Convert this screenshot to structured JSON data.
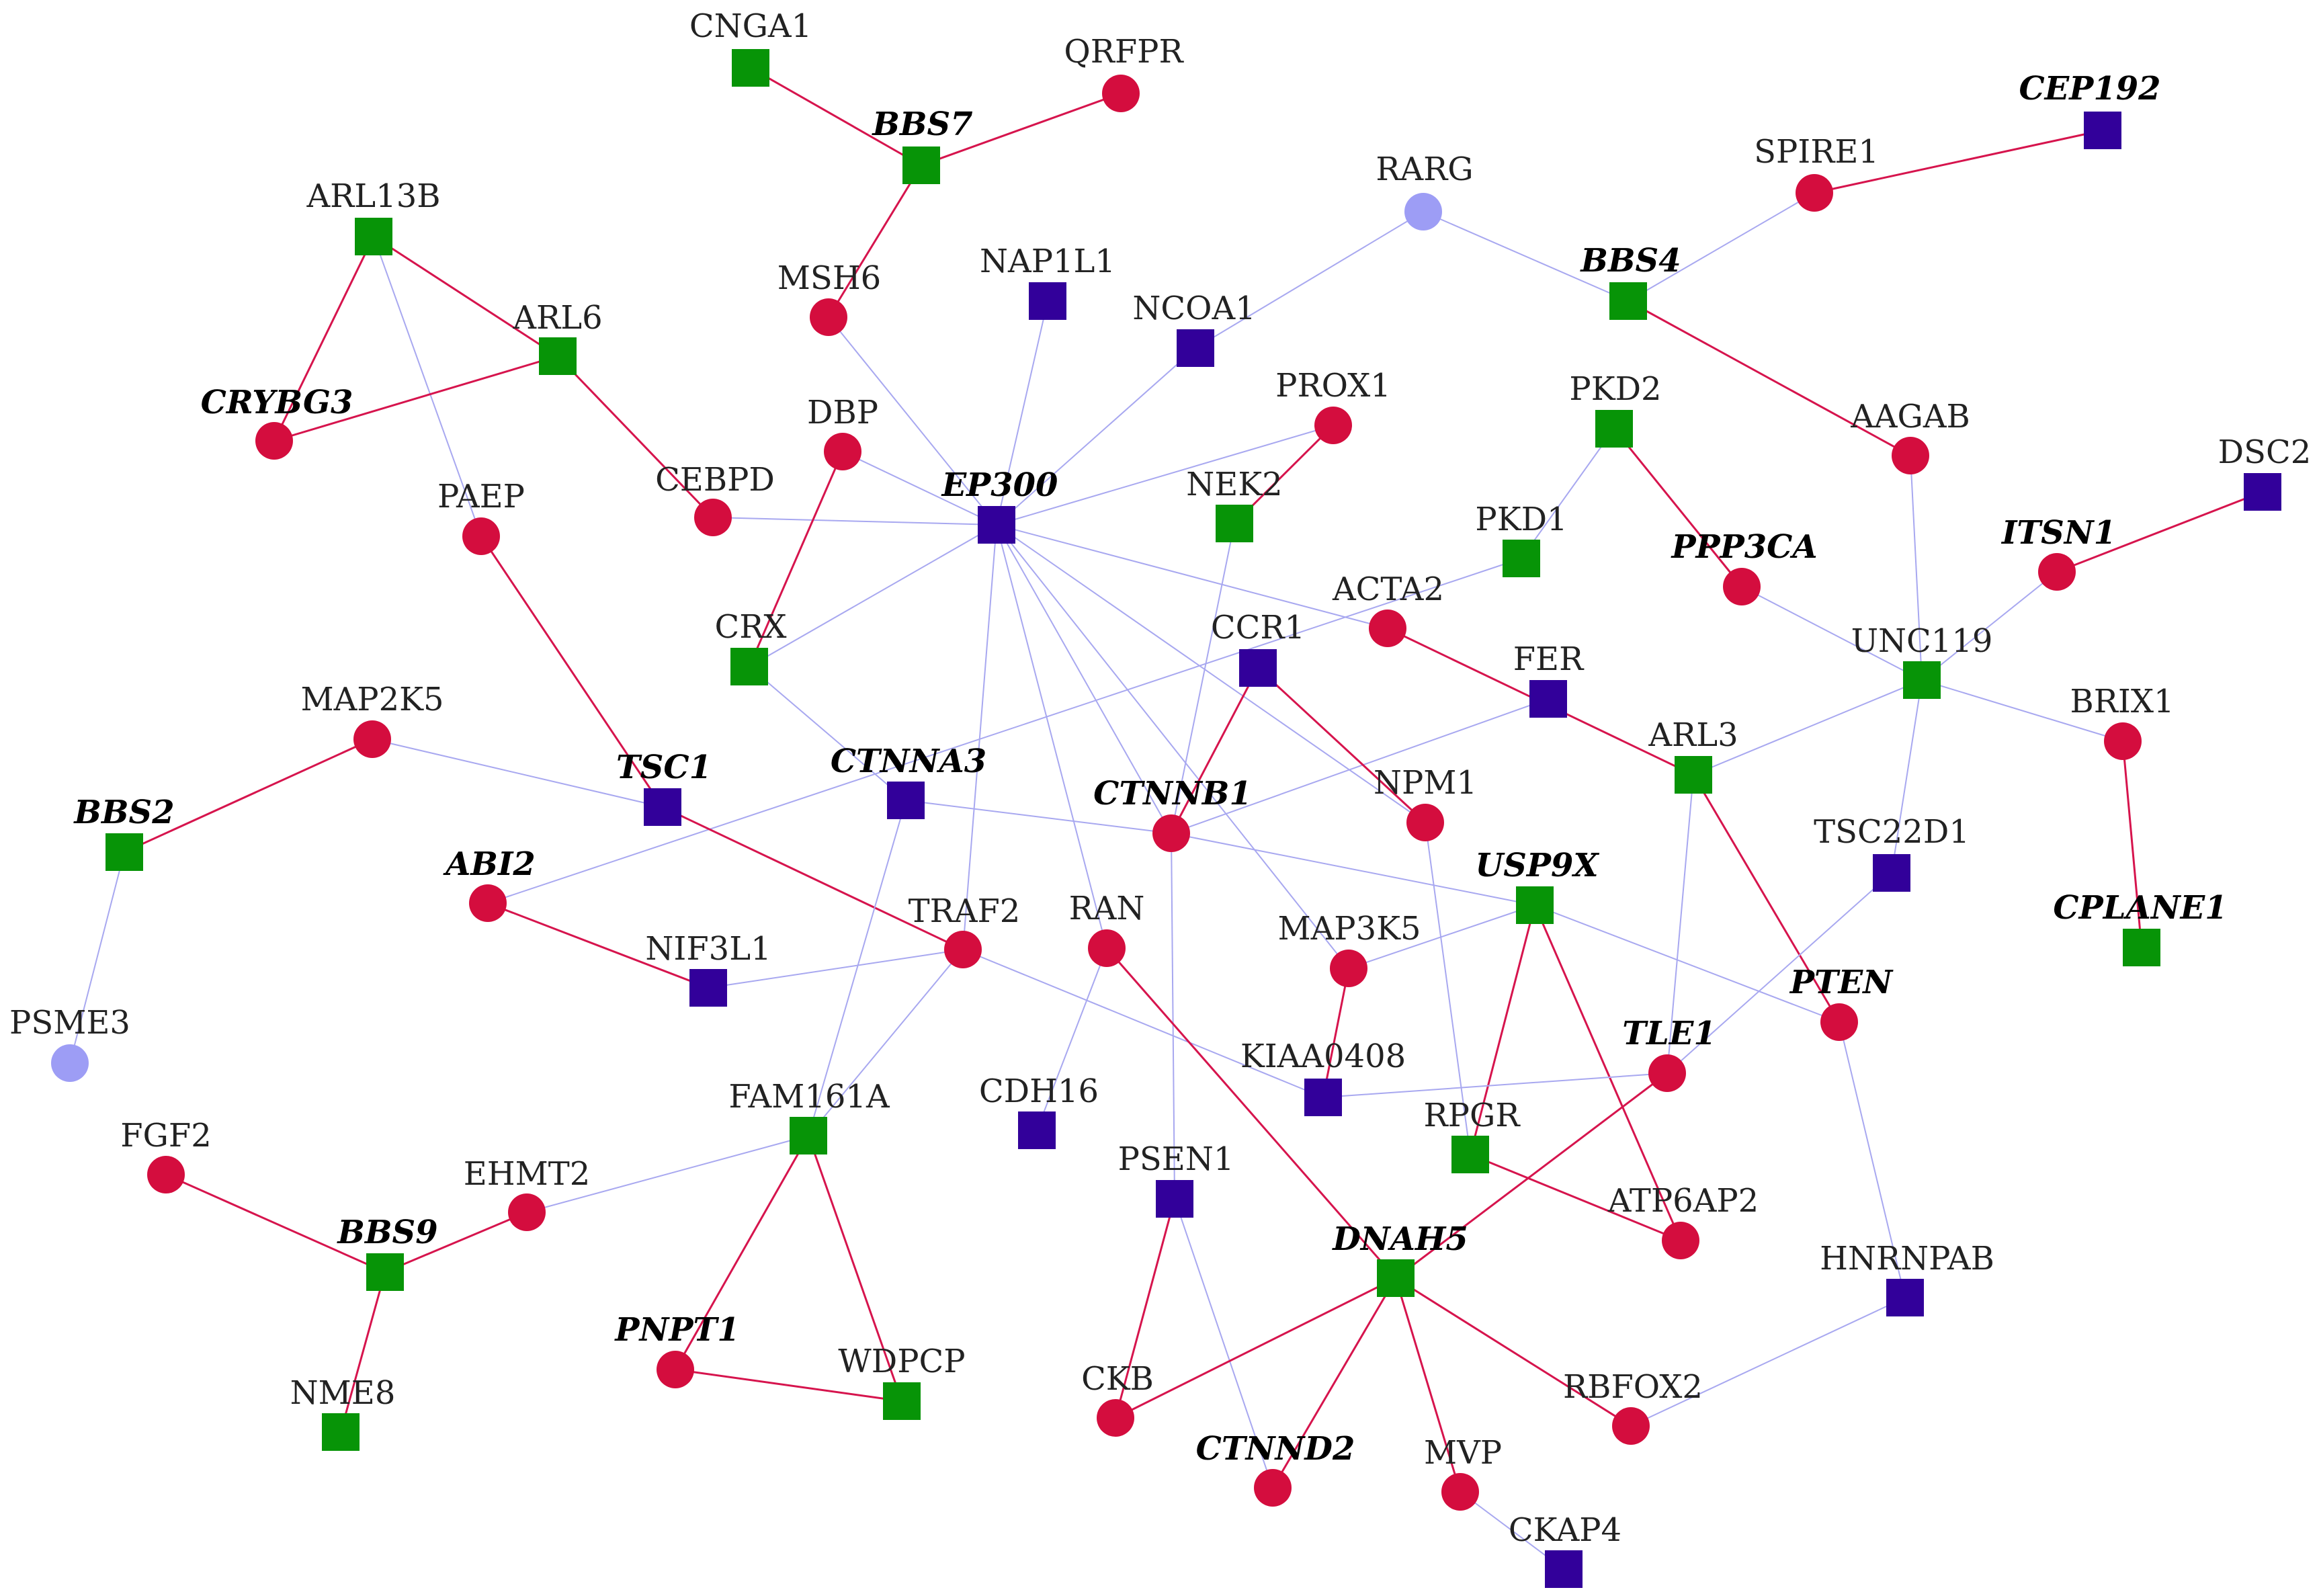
{
  "colors": {
    "red_node": "#d40d3e",
    "green_node": "#079407",
    "purple_node": "#32009a",
    "lightblue_node": "#9d9df5",
    "red_edge": "#d6144d",
    "blue_edge": "#a8a8f0",
    "label": "#222222"
  },
  "nodes": [
    {
      "id": "CNGA1",
      "label": "CNGA1",
      "shape": "square",
      "color": "green",
      "bold": false
    },
    {
      "id": "QRFPR",
      "label": "QRFPR",
      "shape": "circle",
      "color": "red",
      "bold": false
    },
    {
      "id": "BBS7",
      "label": "BBS7",
      "shape": "square",
      "color": "green",
      "bold": true
    },
    {
      "id": "CEP192",
      "label": "CEP192",
      "shape": "square",
      "color": "purple",
      "bold": true
    },
    {
      "id": "RARG",
      "label": "RARG",
      "shape": "circle",
      "color": "lightblue",
      "bold": false
    },
    {
      "id": "SPIRE1",
      "label": "SPIRE1",
      "shape": "circle",
      "color": "red",
      "bold": false
    },
    {
      "id": "ARL13B",
      "label": "ARL13B",
      "shape": "square",
      "color": "green",
      "bold": false
    },
    {
      "id": "MSH6",
      "label": "MSH6",
      "shape": "circle",
      "color": "red",
      "bold": false
    },
    {
      "id": "NAP1L1",
      "label": "NAP1L1",
      "shape": "square",
      "color": "purple",
      "bold": false
    },
    {
      "id": "NCOA1",
      "label": "NCOA1",
      "shape": "square",
      "color": "purple",
      "bold": false
    },
    {
      "id": "BBS4",
      "label": "BBS4",
      "shape": "square",
      "color": "green",
      "bold": true
    },
    {
      "id": "ARL6",
      "label": "ARL6",
      "shape": "square",
      "color": "green",
      "bold": false
    },
    {
      "id": "CRYBG3",
      "label": "CRYBG3",
      "shape": "circle",
      "color": "red",
      "bold": true
    },
    {
      "id": "DBP",
      "label": "DBP",
      "shape": "circle",
      "color": "red",
      "bold": false
    },
    {
      "id": "PROX1",
      "label": "PROX1",
      "shape": "circle",
      "color": "red",
      "bold": false
    },
    {
      "id": "PKD2",
      "label": "PKD2",
      "shape": "square",
      "color": "green",
      "bold": false
    },
    {
      "id": "AAGAB",
      "label": "AAGAB",
      "shape": "circle",
      "color": "red",
      "bold": false
    },
    {
      "id": "DSC2",
      "label": "DSC2",
      "shape": "square",
      "color": "purple",
      "bold": false
    },
    {
      "id": "PAEP",
      "label": "PAEP",
      "shape": "circle",
      "color": "red",
      "bold": false
    },
    {
      "id": "CEBPD",
      "label": "CEBPD",
      "shape": "circle",
      "color": "red",
      "bold": false
    },
    {
      "id": "EP300",
      "label": "EP300",
      "shape": "square",
      "color": "purple",
      "bold": true
    },
    {
      "id": "NEK2",
      "label": "NEK2",
      "shape": "square",
      "color": "green",
      "bold": false
    },
    {
      "id": "PKD1",
      "label": "PKD1",
      "shape": "square",
      "color": "green",
      "bold": false
    },
    {
      "id": "PPP3CA",
      "label": "PPP3CA",
      "shape": "circle",
      "color": "red",
      "bold": true
    },
    {
      "id": "ITSN1",
      "label": "ITSN1",
      "shape": "circle",
      "color": "red",
      "bold": true
    },
    {
      "id": "ACTA2",
      "label": "ACTA2",
      "shape": "circle",
      "color": "red",
      "bold": false
    },
    {
      "id": "CRX",
      "label": "CRX",
      "shape": "square",
      "color": "green",
      "bold": false
    },
    {
      "id": "CCR1",
      "label": "CCR1",
      "shape": "square",
      "color": "purple",
      "bold": false
    },
    {
      "id": "FER",
      "label": "FER",
      "shape": "square",
      "color": "purple",
      "bold": false
    },
    {
      "id": "UNC119",
      "label": "UNC119",
      "shape": "square",
      "color": "green",
      "bold": false
    },
    {
      "id": "MAP2K5",
      "label": "MAP2K5",
      "shape": "circle",
      "color": "red",
      "bold": false
    },
    {
      "id": "BRIX1",
      "label": "BRIX1",
      "shape": "circle",
      "color": "red",
      "bold": false
    },
    {
      "id": "ARL3",
      "label": "ARL3",
      "shape": "square",
      "color": "green",
      "bold": false
    },
    {
      "id": "TSC1",
      "label": "TSC1",
      "shape": "square",
      "color": "purple",
      "bold": true
    },
    {
      "id": "CTNNA3",
      "label": "CTNNA3",
      "shape": "square",
      "color": "purple",
      "bold": true
    },
    {
      "id": "CTNNB1",
      "label": "CTNNB1",
      "shape": "circle",
      "color": "red",
      "bold": true
    },
    {
      "id": "NPM1",
      "label": "NPM1",
      "shape": "circle",
      "color": "red",
      "bold": false
    },
    {
      "id": "BBS2",
      "label": "BBS2",
      "shape": "square",
      "color": "green",
      "bold": true
    },
    {
      "id": "TSC22D1",
      "label": "TSC22D1",
      "shape": "square",
      "color": "purple",
      "bold": false
    },
    {
      "id": "USP9X",
      "label": "USP9X",
      "shape": "square",
      "color": "green",
      "bold": true
    },
    {
      "id": "ABI2",
      "label": "ABI2",
      "shape": "circle",
      "color": "red",
      "bold": true
    },
    {
      "id": "TRAF2",
      "label": "TRAF2",
      "shape": "circle",
      "color": "red",
      "bold": false
    },
    {
      "id": "RAN",
      "label": "RAN",
      "shape": "circle",
      "color": "red",
      "bold": false
    },
    {
      "id": "CPLANE1",
      "label": "CPLANE1",
      "shape": "square",
      "color": "green",
      "bold": true
    },
    {
      "id": "NIF3L1",
      "label": "NIF3L1",
      "shape": "square",
      "color": "purple",
      "bold": false
    },
    {
      "id": "MAP3K5",
      "label": "MAP3K5",
      "shape": "circle",
      "color": "red",
      "bold": false
    },
    {
      "id": "PTEN",
      "label": "PTEN",
      "shape": "circle",
      "color": "red",
      "bold": true
    },
    {
      "id": "PSME3",
      "label": "PSME3",
      "shape": "circle",
      "color": "lightblue",
      "bold": false
    },
    {
      "id": "TLE1",
      "label": "TLE1",
      "shape": "circle",
      "color": "red",
      "bold": true
    },
    {
      "id": "KIAA0408",
      "label": "KIAA0408",
      "shape": "square",
      "color": "purple",
      "bold": false
    },
    {
      "id": "FAM161A",
      "label": "FAM161A",
      "shape": "square",
      "color": "green",
      "bold": false
    },
    {
      "id": "CDH16",
      "label": "CDH16",
      "shape": "square",
      "color": "purple",
      "bold": false
    },
    {
      "id": "RPGR",
      "label": "RPGR",
      "shape": "square",
      "color": "green",
      "bold": false
    },
    {
      "id": "FGF2",
      "label": "FGF2",
      "shape": "circle",
      "color": "red",
      "bold": false
    },
    {
      "id": "EHMT2",
      "label": "EHMT2",
      "shape": "circle",
      "color": "red",
      "bold": false
    },
    {
      "id": "PSEN1",
      "label": "PSEN1",
      "shape": "square",
      "color": "purple",
      "bold": false
    },
    {
      "id": "ATP6AP2",
      "label": "ATP6AP2",
      "shape": "circle",
      "color": "red",
      "bold": false
    },
    {
      "id": "BBS9",
      "label": "BBS9",
      "shape": "square",
      "color": "green",
      "bold": true
    },
    {
      "id": "DNAH5",
      "label": "DNAH5",
      "shape": "square",
      "color": "green",
      "bold": true
    },
    {
      "id": "HNRNPAB",
      "label": "HNRNPAB",
      "shape": "square",
      "color": "purple",
      "bold": false
    },
    {
      "id": "PNPT1",
      "label": "PNPT1",
      "shape": "circle",
      "color": "red",
      "bold": true
    },
    {
      "id": "WDPCP",
      "label": "WDPCP",
      "shape": "square",
      "color": "green",
      "bold": false
    },
    {
      "id": "NME8",
      "label": "NME8",
      "shape": "square",
      "color": "green",
      "bold": false
    },
    {
      "id": "CKB",
      "label": "CKB",
      "shape": "circle",
      "color": "red",
      "bold": false
    },
    {
      "id": "RBFOX2",
      "label": "RBFOX2",
      "shape": "circle",
      "color": "red",
      "bold": false
    },
    {
      "id": "CTNND2",
      "label": "CTNND2",
      "shape": "circle",
      "color": "red",
      "bold": true
    },
    {
      "id": "MVP",
      "label": "MVP",
      "shape": "circle",
      "color": "red",
      "bold": false
    },
    {
      "id": "CKAP4",
      "label": "CKAP4",
      "shape": "square",
      "color": "purple",
      "bold": false
    }
  ],
  "edges": [
    {
      "source": "CNGA1",
      "target": "BBS7",
      "color": "red"
    },
    {
      "source": "QRFPR",
      "target": "BBS7",
      "color": "red"
    },
    {
      "source": "BBS7",
      "target": "MSH6",
      "color": "red"
    },
    {
      "source": "CEP192",
      "target": "SPIRE1",
      "color": "red"
    },
    {
      "source": "SPIRE1",
      "target": "BBS4",
      "color": "blue"
    },
    {
      "source": "RARG",
      "target": "BBS4",
      "color": "blue"
    },
    {
      "source": "RARG",
      "target": "NCOA1",
      "color": "blue"
    },
    {
      "source": "BBS4",
      "target": "AAGAB",
      "color": "red"
    },
    {
      "source": "ARL13B",
      "target": "ARL6",
      "color": "red"
    },
    {
      "source": "ARL13B",
      "target": "CRYBG3",
      "color": "red"
    },
    {
      "source": "ARL13B",
      "target": "PAEP",
      "color": "blue"
    },
    {
      "source": "ARL6",
      "target": "CRYBG3",
      "color": "red"
    },
    {
      "source": "ARL6",
      "target": "CEBPD",
      "color": "red"
    },
    {
      "source": "MSH6",
      "target": "EP300",
      "color": "blue"
    },
    {
      "source": "NAP1L1",
      "target": "EP300",
      "color": "blue"
    },
    {
      "source": "NCOA1",
      "target": "EP300",
      "color": "blue"
    },
    {
      "source": "DBP",
      "target": "EP300",
      "color": "blue"
    },
    {
      "source": "PROX1",
      "target": "EP300",
      "color": "blue"
    },
    {
      "source": "CEBPD",
      "target": "EP300",
      "color": "blue"
    },
    {
      "source": "EP300",
      "target": "CRX",
      "color": "blue"
    },
    {
      "source": "EP300",
      "target": "ACTA2",
      "color": "blue"
    },
    {
      "source": "EP300",
      "target": "TRAF2",
      "color": "blue"
    },
    {
      "source": "EP300",
      "target": "CTNNB1",
      "color": "blue"
    },
    {
      "source": "EP300",
      "target": "NPM1",
      "color": "blue"
    },
    {
      "source": "EP300",
      "target": "MAP3K5",
      "color": "blue"
    },
    {
      "source": "EP300",
      "target": "RAN",
      "color": "blue"
    },
    {
      "source": "PROX1",
      "target": "NEK2",
      "color": "red"
    },
    {
      "source": "NEK2",
      "target": "CTNNB1",
      "color": "blue"
    },
    {
      "source": "DBP",
      "target": "CRX",
      "color": "red"
    },
    {
      "source": "PKD2",
      "target": "PKD1",
      "color": "blue"
    },
    {
      "source": "PKD2",
      "target": "PPP3CA",
      "color": "red"
    },
    {
      "source": "PPP3CA",
      "target": "UNC119",
      "color": "blue"
    },
    {
      "source": "AAGAB",
      "target": "UNC119",
      "color": "blue"
    },
    {
      "source": "DSC2",
      "target": "ITSN1",
      "color": "red"
    },
    {
      "source": "ITSN1",
      "target": "UNC119",
      "color": "blue"
    },
    {
      "source": "UNC119",
      "target": "BRIX1",
      "color": "blue"
    },
    {
      "source": "UNC119",
      "target": "ARL3",
      "color": "blue"
    },
    {
      "source": "UNC119",
      "target": "TSC22D1",
      "color": "blue"
    },
    {
      "source": "BRIX1",
      "target": "CPLANE1",
      "color": "red"
    },
    {
      "source": "PKD1",
      "target": "ABI2",
      "color": "blue"
    },
    {
      "source": "ACTA2",
      "target": "ARL3",
      "color": "red"
    },
    {
      "source": "ARL3",
      "target": "PTEN",
      "color": "red"
    },
    {
      "source": "ARL3",
      "target": "TLE1",
      "color": "blue"
    },
    {
      "source": "FER",
      "target": "CTNNB1",
      "color": "blue"
    },
    {
      "source": "CCR1",
      "target": "CTNNB1",
      "color": "red"
    },
    {
      "source": "CCR1",
      "target": "NPM1",
      "color": "red"
    },
    {
      "source": "NPM1",
      "target": "RPGR",
      "color": "blue"
    },
    {
      "source": "CRX",
      "target": "CTNNA3",
      "color": "blue"
    },
    {
      "source": "PAEP",
      "target": "TSC1",
      "color": "red"
    },
    {
      "source": "MAP2K5",
      "target": "TSC1",
      "color": "blue"
    },
    {
      "source": "MAP2K5",
      "target": "BBS2",
      "color": "red"
    },
    {
      "source": "BBS2",
      "target": "PSME3",
      "color": "blue"
    },
    {
      "source": "TSC1",
      "target": "TRAF2",
      "color": "red"
    },
    {
      "source": "CTNNA3",
      "target": "CTNNB1",
      "color": "blue"
    },
    {
      "source": "CTNNA3",
      "target": "FAM161A",
      "color": "blue"
    },
    {
      "source": "CTNNB1",
      "target": "USP9X",
      "color": "blue"
    },
    {
      "source": "CTNNB1",
      "target": "PSEN1",
      "color": "blue"
    },
    {
      "source": "ABI2",
      "target": "NIF3L1",
      "color": "red"
    },
    {
      "source": "NIF3L1",
      "target": "TRAF2",
      "color": "blue"
    },
    {
      "source": "TRAF2",
      "target": "FAM161A",
      "color": "blue"
    },
    {
      "source": "TRAF2",
      "target": "KIAA0408",
      "color": "blue"
    },
    {
      "source": "RAN",
      "target": "DNAH5",
      "color": "red"
    },
    {
      "source": "RAN",
      "target": "CDH16",
      "color": "blue"
    },
    {
      "source": "USP9X",
      "target": "MAP3K5",
      "color": "blue"
    },
    {
      "source": "USP9X",
      "target": "PTEN",
      "color": "blue"
    },
    {
      "source": "USP9X",
      "target": "RPGR",
      "color": "red"
    },
    {
      "source": "USP9X",
      "target": "ATP6AP2",
      "color": "red"
    },
    {
      "source": "MAP3K5",
      "target": "KIAA0408",
      "color": "red"
    },
    {
      "source": "KIAA0408",
      "target": "TLE1",
      "color": "blue"
    },
    {
      "source": "TSC22D1",
      "target": "TLE1",
      "color": "blue"
    },
    {
      "source": "TLE1",
      "target": "DNAH5",
      "color": "red"
    },
    {
      "source": "PTEN",
      "target": "HNRNPAB",
      "color": "blue"
    },
    {
      "source": "RPGR",
      "target": "ATP6AP2",
      "color": "red"
    },
    {
      "source": "FAM161A",
      "target": "EHMT2",
      "color": "blue"
    },
    {
      "source": "FAM161A",
      "target": "PNPT1",
      "color": "red"
    },
    {
      "source": "FAM161A",
      "target": "WDPCP",
      "color": "red"
    },
    {
      "source": "PNPT1",
      "target": "WDPCP",
      "color": "red"
    },
    {
      "source": "FGF2",
      "target": "BBS9",
      "color": "red"
    },
    {
      "source": "EHMT2",
      "target": "BBS9",
      "color": "red"
    },
    {
      "source": "BBS9",
      "target": "NME8",
      "color": "red"
    },
    {
      "source": "PSEN1",
      "target": "CKB",
      "color": "red"
    },
    {
      "source": "PSEN1",
      "target": "CTNND2",
      "color": "blue"
    },
    {
      "source": "DNAH5",
      "target": "CKB",
      "color": "red"
    },
    {
      "source": "DNAH5",
      "target": "CTNND2",
      "color": "red"
    },
    {
      "source": "DNAH5",
      "target": "MVP",
      "color": "red"
    },
    {
      "source": "DNAH5",
      "target": "RBFOX2",
      "color": "red"
    },
    {
      "source": "HNRNPAB",
      "target": "RBFOX2",
      "color": "blue"
    },
    {
      "source": "MVP",
      "target": "CKAP4",
      "color": "blue"
    }
  ]
}
